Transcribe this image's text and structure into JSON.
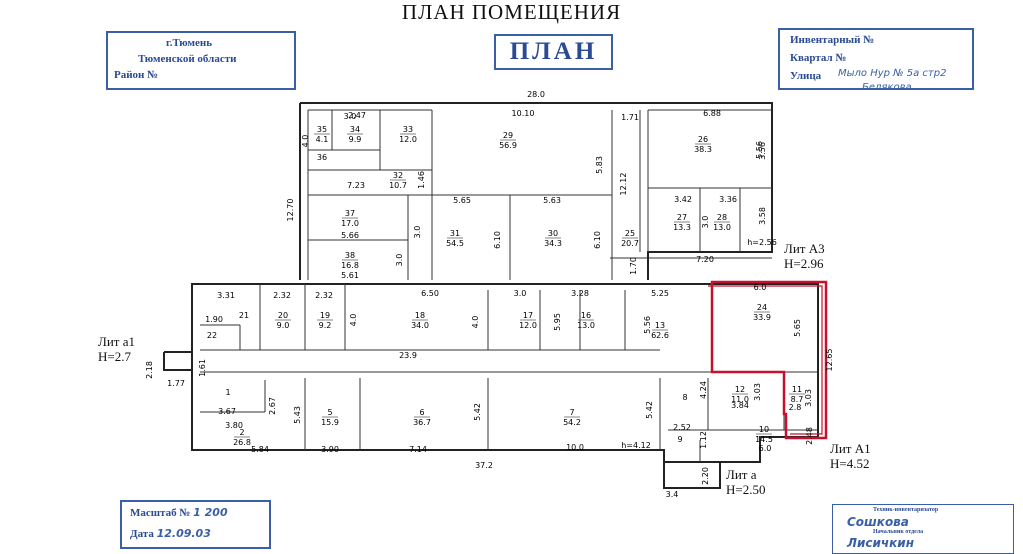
{
  "title": "ПЛАН ПОМЕЩЕНИЯ",
  "stamp_city": {
    "city": "г.Тюмень",
    "region": "Тюменской области",
    "district": "Район №"
  },
  "stamp_plan": "ПЛАН",
  "stamp_inventory": {
    "inv": "Инвентарный №",
    "block": "Квартал №",
    "street": "Улица",
    "street_hand": "Мыло Нур № 5а стр2",
    "street_hand2": "Белякова"
  },
  "stamp_scale": {
    "scale_label": "Масштаб №",
    "scale_value": "1 200",
    "date_label": "Дата",
    "date_value": "12.09.03"
  },
  "stamp_sign": {
    "line1": "Техник-инвентаризатор",
    "name1": "Сошкова",
    "line2": "Начальник отдела",
    "name2": "Лисичкин"
  },
  "lits": [
    {
      "id": "a1",
      "name": "Лит а1",
      "h": "H=2.7"
    },
    {
      "id": "A3",
      "name": "Лит А3",
      "h": "H=2.96"
    },
    {
      "id": "A1",
      "name": "Лит А1",
      "h": "H=4.52"
    },
    {
      "id": "a",
      "name": "Лит а",
      "h": "H=2.50"
    }
  ],
  "colors": {
    "stamp": "#3a5fa8",
    "highlight": "#c8102e"
  },
  "rooms": [
    {
      "n": "35",
      "area": "4.1"
    },
    {
      "n": "34",
      "area": "9.9"
    },
    {
      "n": "33",
      "area": "12.0"
    },
    {
      "n": "29",
      "area": "56.9"
    },
    {
      "n": "26",
      "area": "38.3"
    },
    {
      "n": "36",
      "area": ""
    },
    {
      "n": "32",
      "area": "10.7"
    },
    {
      "n": "37",
      "area": "17.0"
    },
    {
      "n": "31",
      "area": "54.5"
    },
    {
      "n": "30",
      "area": "34.3"
    },
    {
      "n": "25",
      "area": "20.7"
    },
    {
      "n": "27",
      "area": "13.3"
    },
    {
      "n": "28",
      "area": "13.0"
    },
    {
      "n": "38",
      "area": "16.8"
    },
    {
      "n": "21",
      "area": ""
    },
    {
      "n": "20",
      "area": "9.0"
    },
    {
      "n": "19",
      "area": "9.2"
    },
    {
      "n": "18",
      "area": "34.0"
    },
    {
      "n": "17",
      "area": "12.0"
    },
    {
      "n": "16",
      "area": "13.0"
    },
    {
      "n": "13",
      "area": "62.6"
    },
    {
      "n": "24",
      "area": "33.9"
    },
    {
      "n": "22",
      "area": ""
    },
    {
      "n": "1",
      "area": ""
    },
    {
      "n": "2",
      "area": "26.8"
    },
    {
      "n": "5",
      "area": "15.9"
    },
    {
      "n": "6",
      "area": "36.7"
    },
    {
      "n": "7",
      "area": "54.2"
    },
    {
      "n": "8",
      "area": ""
    },
    {
      "n": "12",
      "area": "11.0"
    },
    {
      "n": "11",
      "area": "8.7"
    },
    {
      "n": "10",
      "area": "14.5"
    },
    {
      "n": "9",
      "area": ""
    }
  ],
  "extra_area": "2.8",
  "dims": [
    "28.0",
    "10.10",
    "1.71",
    "6.88",
    "2.47",
    "3.0",
    "5.56",
    "5.83",
    "7.23",
    "5.65",
    "5.63",
    "12.12",
    "3.42",
    "3.36",
    "12.70",
    "5.66",
    "6.10",
    "6.10",
    "3.0",
    "h=2.56",
    "7.20",
    "1.70",
    "5.61",
    "3.31",
    "2.32",
    "2.32",
    "6.50",
    "3.0",
    "3.28",
    "5.25",
    "6.0",
    "1.90",
    "4.0",
    "4.0",
    "5.95",
    "5.56",
    "5.65",
    "23.9",
    "12.65",
    "3.67",
    "2.67",
    "5.43",
    "4.24",
    "3.03",
    "3.03",
    "3.84",
    "3.80",
    "5.42",
    "5.42",
    "2.52",
    "2.48",
    "5.84",
    "3.90",
    "7.14",
    "10.0",
    "h=4.12",
    "6.0",
    "1.12",
    "37.2",
    "2.20",
    "3.4",
    "2.18",
    "1.77",
    "1.61",
    "4.0",
    "1.46",
    "3.56",
    "3.58",
    "3.0",
    "3.0"
  ]
}
